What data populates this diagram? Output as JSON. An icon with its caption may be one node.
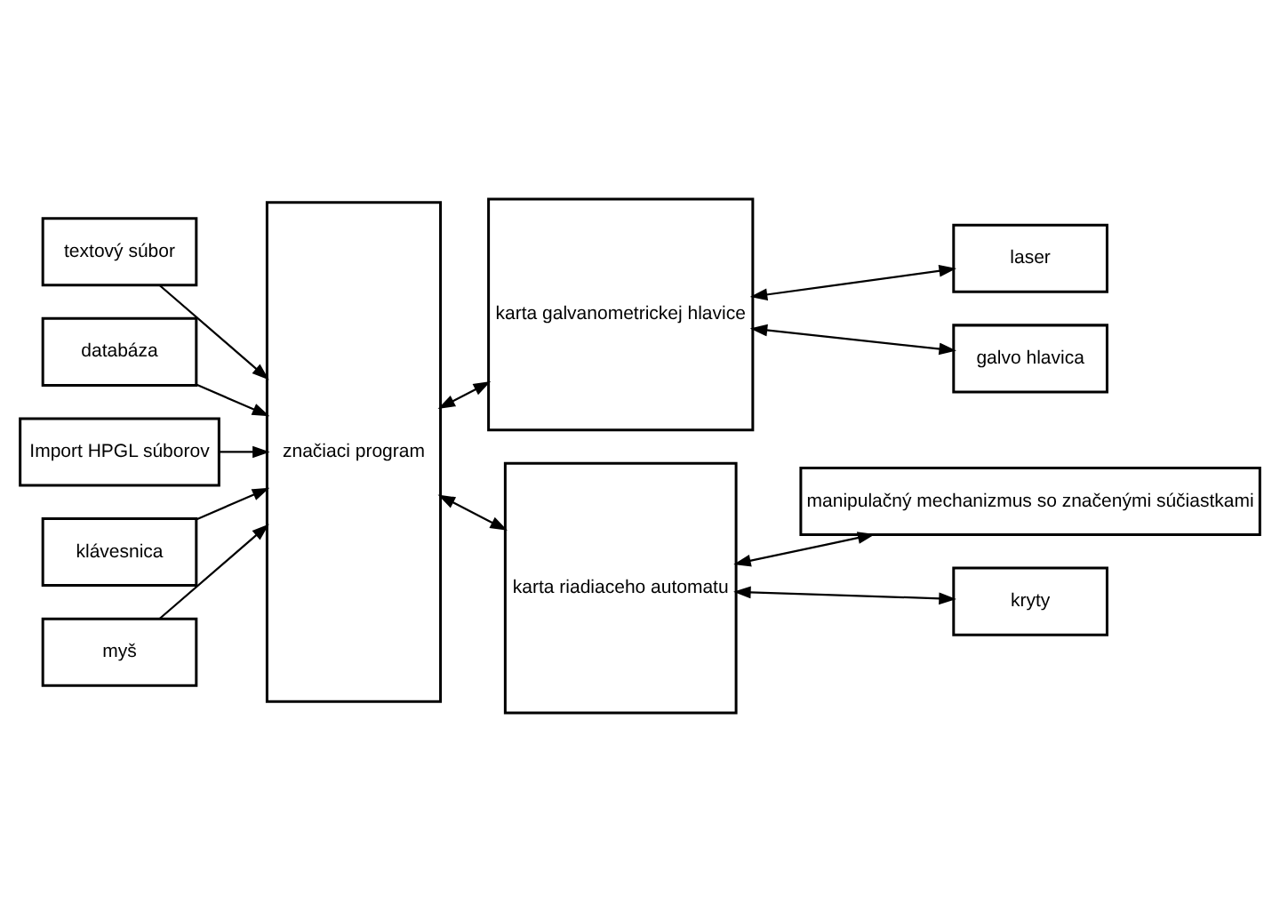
{
  "diagram": {
    "nodes": [
      {
        "text": [
          "textový súbor"
        ]
      },
      {
        "text": [
          "databáza"
        ]
      },
      {
        "text": [
          "Import HPGL súborov"
        ]
      },
      {
        "text": [
          "klávesnica"
        ]
      },
      {
        "text": [
          "myš"
        ]
      },
      {
        "text": [
          "značiaci program"
        ]
      },
      {
        "text": [
          "karta galvanometrickej hlavice"
        ]
      },
      {
        "text": [
          "karta riadiaceho automatu"
        ]
      },
      {
        "text": [
          "laser"
        ]
      },
      {
        "text": [
          "galvo hlavica"
        ]
      },
      {
        "text": [
          "manipulačný mechanizmus so značenými súčiastkami"
        ]
      },
      {
        "text": [
          "kryty"
        ]
      }
    ],
    "edges": [
      {
        "from": 0,
        "to": 5,
        "arrow": "to"
      },
      {
        "from": 1,
        "to": 5,
        "arrow": "to"
      },
      {
        "from": 2,
        "to": 5,
        "arrow": "to"
      },
      {
        "from": 3,
        "to": 5,
        "arrow": "to"
      },
      {
        "from": 4,
        "to": 5,
        "arrow": "to"
      },
      {
        "from": 5,
        "to": 6,
        "arrow": "both"
      },
      {
        "from": 5,
        "to": 7,
        "arrow": "both"
      },
      {
        "from": 6,
        "to": 8,
        "arrow": "both"
      },
      {
        "from": 6,
        "to": 9,
        "arrow": "both"
      },
      {
        "from": 7,
        "to": 10,
        "arrow": "both"
      },
      {
        "from": 7,
        "to": 11,
        "arrow": "both"
      }
    ]
  }
}
